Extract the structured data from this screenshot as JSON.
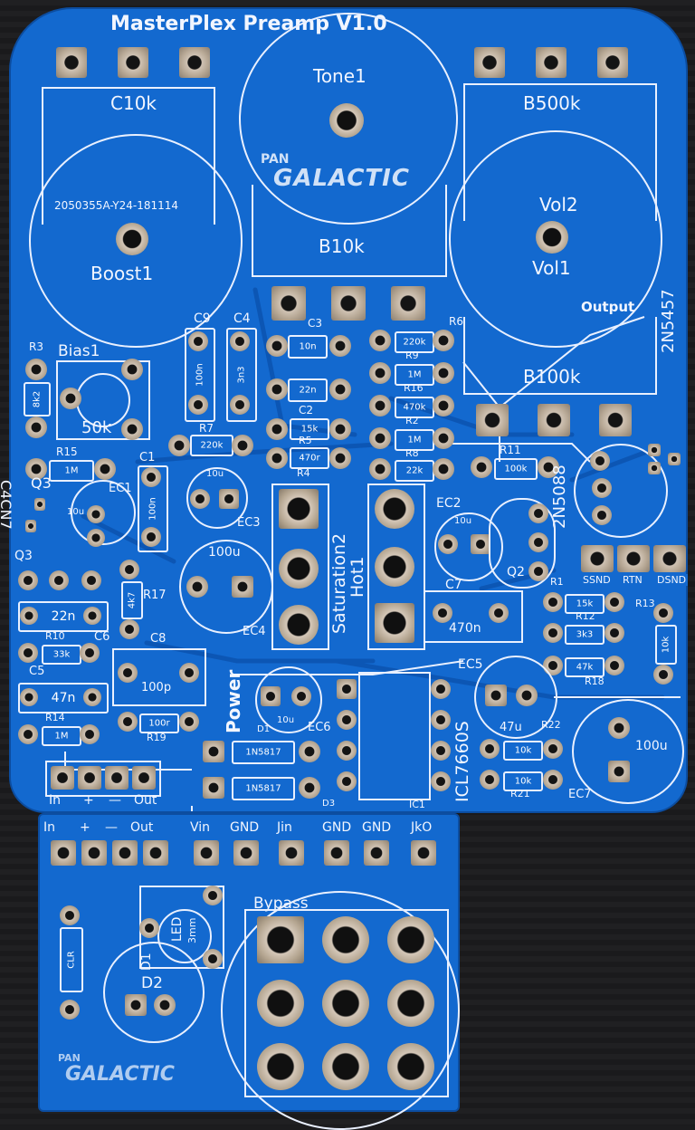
{
  "board": {
    "title": "MasterPlex Preamp V1.0"
  },
  "pots": {
    "c10k": "C10k",
    "tone": "Tone1",
    "b500k": "B500k",
    "b10k": "B10k",
    "boost": "Boost1",
    "vol2": "Vol2",
    "vol1": "Vol1",
    "b100k": "B100k",
    "output": "Output",
    "code": "2050355A-Y24-181114"
  },
  "logo": {
    "top": "PAN",
    "bottom": "GALACTIC"
  },
  "components": {
    "bias": "Bias1",
    "bias_value": "50k",
    "r3": "R3",
    "r3_val": "8k2",
    "r15": "R15",
    "r15_val": "1M",
    "c9": "C9",
    "c9_val": "100n",
    "c4": "C4",
    "c4_val": "3n3",
    "c3": "C3",
    "c3_val": "10n",
    "r6": "R6",
    "r6_val": "220k",
    "r9": "R9",
    "r9_val": "1M",
    "r16": "R16",
    "r16_val": "470k",
    "r2": "R2",
    "r2_val": "1M",
    "r8": "R8",
    "r8_val": "22k",
    "c22n": "22n",
    "c2": "C2",
    "r5": "R5",
    "r5_val_a": "15k",
    "r5_val_b": "470r",
    "r4": "R4",
    "r7": "R7",
    "r7_val": "220k",
    "c1": "C1",
    "c1_val": "100n",
    "ec1": "EC1",
    "ec1_val": "10u",
    "ec3": "EC3",
    "ec3_val": "10u",
    "ec4": "EC4",
    "ec4_val": "100u",
    "q3": "Q3",
    "q3_part": "C4CN7",
    "q3b": "Q3",
    "r17": "R17",
    "r17_val": "4k7",
    "c22n_b": "22n",
    "r10": "R10",
    "r10_val": "33k",
    "c6": "C6",
    "c5": "C5",
    "c5_val": "47n",
    "c8": "C8",
    "c8_val": "100p",
    "r14": "R14",
    "r14_val": "1M",
    "r19": "R19",
    "r19_val": "100r",
    "sat": "Saturation2",
    "hot": "Hot1",
    "ec2": "EC2",
    "ec2_val": "10u",
    "q2": "Q2",
    "c7": "C7",
    "c7_val": "470n",
    "r11": "R11",
    "r11_val": "100k",
    "part_2n5088": "2N5088",
    "part_2n5457": "2N5457",
    "ssn": "SSND",
    "rtn": "RTN",
    "dsn": "DSND",
    "r1": "R1",
    "r1_val": "15k",
    "r12": "R12",
    "r12_val": "3k3",
    "r13": "R13",
    "r13_val": "10k",
    "r18": "R18",
    "r18_val": "47k",
    "power": "Power",
    "ec6": "EC6",
    "ec6_val": "10u",
    "d1": "D1",
    "d1_val": "1N5817",
    "d3": "D3",
    "d3_val": "1N5817",
    "ic": "ICL7660S",
    "ic1": "IC1",
    "ec5": "EC5",
    "ec5_val": "47u",
    "r22": "R22",
    "r22_val": "10k",
    "r21": "R21",
    "r21_val": "10k",
    "ec7": "EC7",
    "ec7_val": "100u"
  },
  "connectors": {
    "main": [
      "In",
      "+",
      "—",
      "Out"
    ],
    "sub_left": [
      "In",
      "+",
      "—",
      "Out"
    ],
    "sub_right": [
      "Vin",
      "GND",
      "Jin",
      "GND",
      "GND",
      "JkO"
    ]
  },
  "sub": {
    "bypass": "Bypass",
    "led": "LED",
    "led_type": "3mm",
    "clr": "CLR",
    "d1": "D1",
    "d2": "D2"
  },
  "colors": {
    "board": "#1369cf",
    "silkscreen": "#f2f6ff",
    "pad_metal": "#b8a996",
    "background": "#1c1c1e"
  }
}
